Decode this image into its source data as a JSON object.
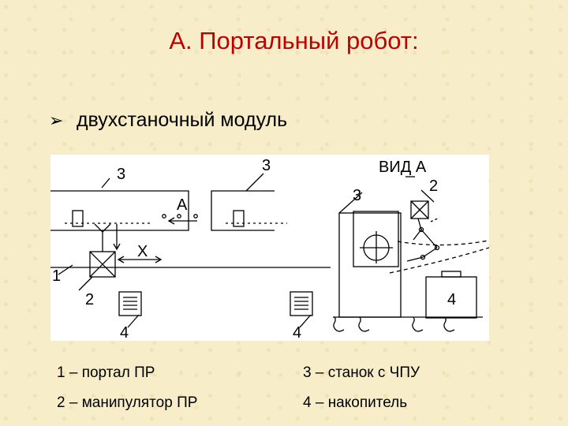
{
  "title": "А. Портальный робот:",
  "bullet": {
    "icon": "arrow-bullet-icon",
    "text": "двухстаночный модуль"
  },
  "diagram": {
    "labels": {
      "stanok_left": "3",
      "stanok_right": "3",
      "stanok_side": "3",
      "view_a": "ВИД А",
      "arrow_a": "А",
      "x_axis": "X",
      "portal": "1",
      "manipulator_left": "2",
      "manipulator_side": "2",
      "store_left": "4",
      "store_right": "4",
      "store_side": "4"
    }
  },
  "legend": {
    "item1": "1 – портал ПР",
    "item2": "2 – манипулятор ПР",
    "item3": "3 – станок с ЧПУ",
    "item4": "4 – накопитель"
  }
}
